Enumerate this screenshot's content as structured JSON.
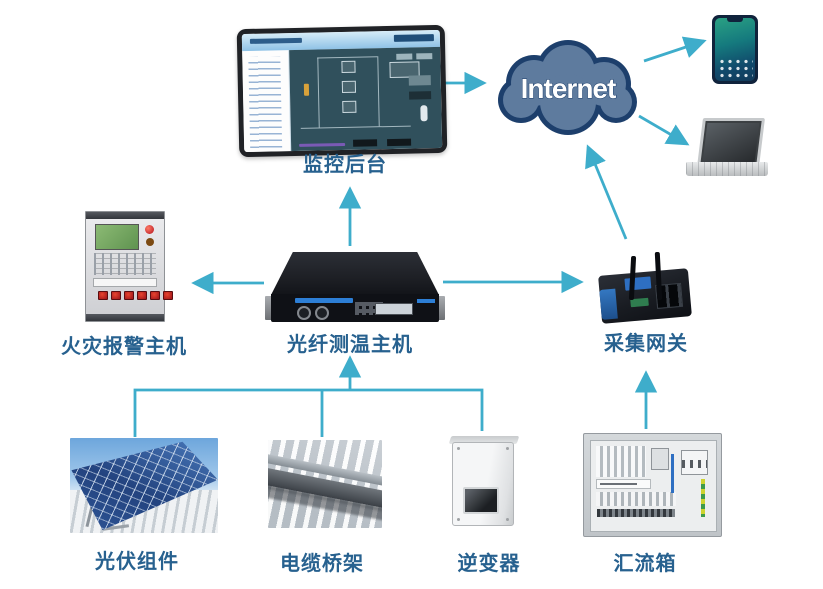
{
  "colors": {
    "arrow": "#3eadcb",
    "label_text": "#27618f",
    "cloud_fill": "#5e7b9e",
    "cloud_border": "#1d3f6c"
  },
  "nodes": {
    "monitor": {
      "label": "监控后台"
    },
    "internet": {
      "label": "Internet"
    },
    "fire_alarm_host": {
      "label": "火灾报警主机"
    },
    "fiber_temp_host": {
      "label": "光纤测温主机"
    },
    "gateway": {
      "label": "采集网关"
    },
    "pv_modules": {
      "label": "光伏组件"
    },
    "cable_tray": {
      "label": "电缆桥架"
    },
    "inverter": {
      "label": "逆变器"
    },
    "combiner_box": {
      "label": "汇流箱"
    }
  },
  "edges": [
    {
      "from": "monitor",
      "to": "internet"
    },
    {
      "from": "internet",
      "to": "smartphone"
    },
    {
      "from": "internet",
      "to": "laptop"
    },
    {
      "from": "gateway",
      "to": "internet"
    },
    {
      "from": "fiber_temp_host",
      "to": "monitor"
    },
    {
      "from": "fiber_temp_host",
      "to": "fire_alarm_host"
    },
    {
      "from": "fiber_temp_host",
      "to": "gateway"
    },
    {
      "from": "pv_modules",
      "to": "fiber_temp_host"
    },
    {
      "from": "cable_tray",
      "to": "fiber_temp_host"
    },
    {
      "from": "inverter",
      "to": "fiber_temp_host"
    },
    {
      "from": "combiner_box",
      "to": "gateway"
    }
  ]
}
